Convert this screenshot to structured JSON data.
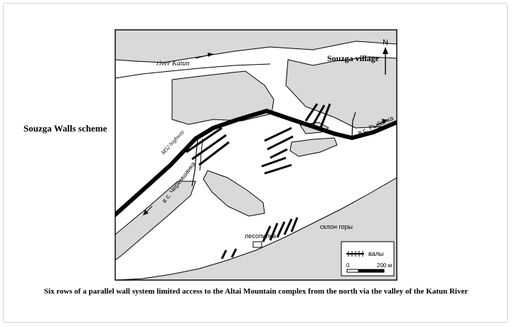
{
  "figure": {
    "side_title": "Souzga Walls scheme",
    "caption": "Six rows of a parallel wall system limited access to the Altai Mountain complex from the north via the valley of the Katun River"
  },
  "map": {
    "labels": {
      "river": "river Katun",
      "village": "Souzga village",
      "highway": "M52 highway",
      "road_cheremshanka": "в с. Черемшанка",
      "road_rybalka": "в с. Рыбалка",
      "sawmill": "лесопилка",
      "slope": "склон горы",
      "north": "N"
    },
    "legend": {
      "walls": "валы",
      "scale_start": "0",
      "scale_end": "200 м"
    },
    "colors": {
      "land_fill": "#d9d9d9",
      "road": "#000000",
      "outline": "#000000"
    }
  }
}
